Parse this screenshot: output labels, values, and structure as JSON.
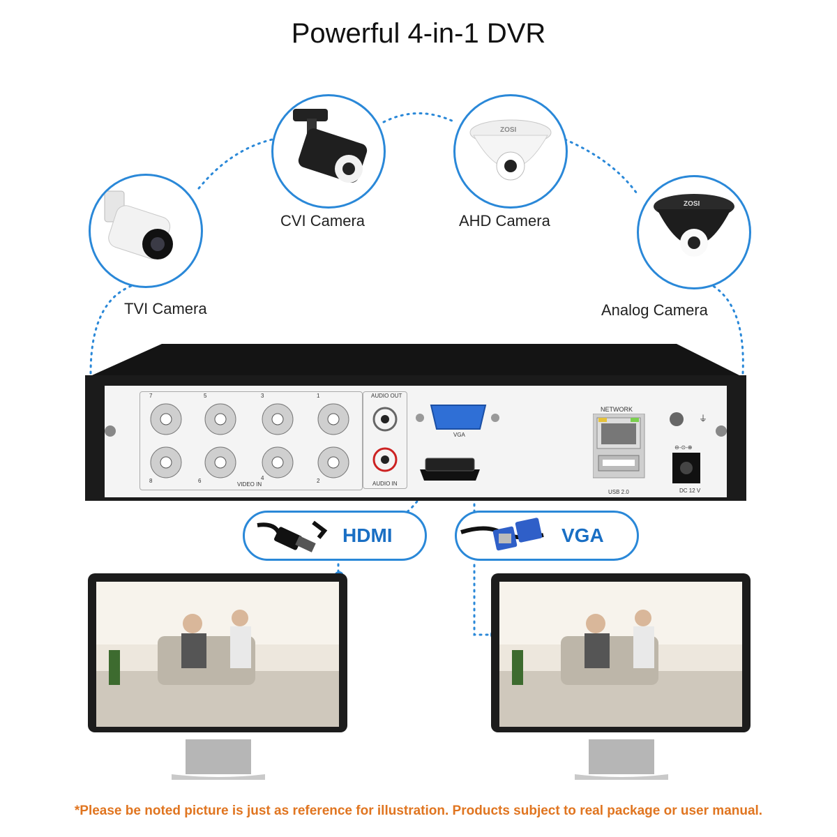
{
  "title": "Powerful 4-in-1 DVR",
  "cameras": [
    {
      "label": "TVI Camera",
      "icon": "bullet-camera-white-icon"
    },
    {
      "label": "CVI Camera",
      "icon": "bullet-camera-black-icon"
    },
    {
      "label": "AHD Camera",
      "icon": "dome-camera-white-icon"
    },
    {
      "label": "Analog Camera",
      "icon": "dome-camera-black-icon"
    }
  ],
  "camera_brand": "ZOSI",
  "dvr": {
    "video_in_label": "VIDEO IN",
    "channel_numbers": [
      "7",
      "5",
      "3",
      "1",
      "8",
      "6",
      "4",
      "2"
    ],
    "audio_out_label": "AUDIO OUT",
    "audio_in_label": "AUDIO IN",
    "vga_label": "VGA",
    "network_label": "NETWORK",
    "usb_label": "USB 2.0",
    "power_label": "DC 12 V",
    "ground_symbol": "⏚",
    "polarity_symbol": "⊖-⊙-⊕"
  },
  "connections": [
    {
      "label": "HDMI",
      "icon": "hdmi-cable-icon"
    },
    {
      "label": "VGA",
      "icon": "vga-cable-icon"
    }
  ],
  "monitors": [
    {
      "name": "left-monitor",
      "icon": "monitor-icon"
    },
    {
      "name": "right-monitor",
      "icon": "monitor-icon"
    }
  ],
  "colors": {
    "accent": "#2a88d8",
    "note": "#e07520",
    "dvr_body": "#1b1b1b"
  },
  "note": "*Please be noted picture is just as reference for illustration. Products subject to real package or user manual."
}
